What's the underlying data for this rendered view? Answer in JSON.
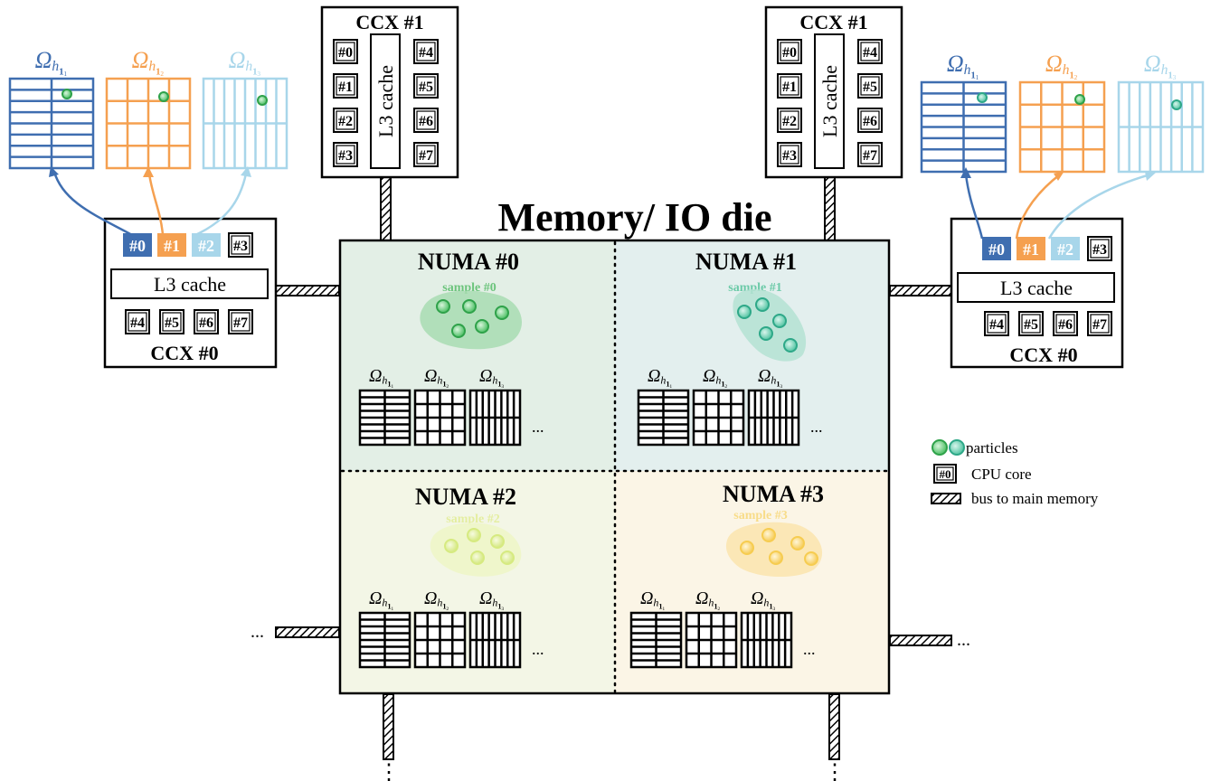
{
  "title": "Memory/ IO die",
  "omega": "Ω",
  "grid_labels": [
    "h",
    "h",
    "h"
  ],
  "subscripts": [
    "1",
    "1",
    "1"
  ],
  "subsubscripts": [
    "1",
    "2",
    "3"
  ],
  "ellipsis": "...",
  "vdots": "⋮",
  "ccx_top_label": "CCX #1",
  "ccx_side_label": "CCX #0",
  "l3_label": "L3 cache",
  "cores": [
    "#0",
    "#1",
    "#2",
    "#3",
    "#4",
    "#5",
    "#6",
    "#7"
  ],
  "numa": [
    {
      "label": "NUMA #0",
      "sample": "sample #0",
      "bg": "#e3efe6",
      "particle": "#5cc474",
      "blob": "#9fd8a8"
    },
    {
      "label": "NUMA #1",
      "sample": "sample #1",
      "bg": "#e3efee",
      "particle": "#60c8a8",
      "blob": "#a8dccb"
    },
    {
      "label": "NUMA #2",
      "sample": "sample #2",
      "bg": "#f3f6e6",
      "particle": "#dcec90",
      "blob": "#eef6c8"
    },
    {
      "label": "NUMA #3",
      "sample": "sample #3",
      "bg": "#fbf5e6",
      "particle": "#f8d468",
      "blob": "#fbe8b0"
    }
  ],
  "core_colors": {
    "c0": "#3f6eb0",
    "c1": "#f5a050",
    "c2": "#a8d6ea"
  },
  "legend": {
    "particles": "particles",
    "core_sample": "#0",
    "cpu_core": "CPU core",
    "bus": "bus to main memory"
  }
}
